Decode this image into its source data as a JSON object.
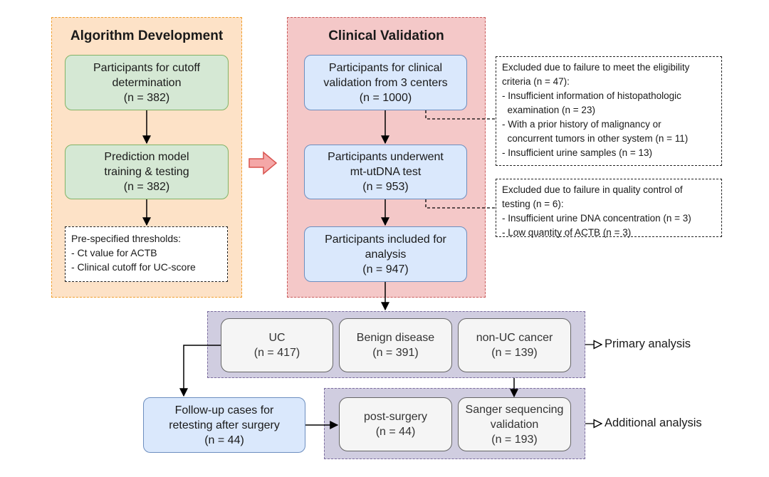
{
  "algorithm": {
    "title": "Algorithm Development",
    "cutoff": {
      "line1": "Participants for cutoff",
      "line2": "determination",
      "n": "(n = 382)"
    },
    "training": {
      "line1": "Prediction model",
      "line2": "training & testing",
      "n": "(n = 382)"
    },
    "thresholds": {
      "title": "Pre-specified thresholds:",
      "items": [
        "- Ct value for ACTB",
        "- Clinical cutoff for UC-score"
      ]
    }
  },
  "clinical": {
    "title": "Clinical Validation",
    "participants": {
      "line1": "Participants for clinical",
      "line2": "validation from 3 centers",
      "n": "(n = 1000)"
    },
    "underwent": {
      "line1": "Participants underwent",
      "line2": "mt-utDNA test",
      "n": "(n = 953)"
    },
    "included": {
      "line1": "Participants included for",
      "line2": "analysis",
      "n": "(n = 947)"
    }
  },
  "exclusion_eligibility": {
    "lines": [
      "Excluded due to failure to meet the eligibility",
      "criteria (n = 47):",
      "- Insufficient information of histopathologic",
      "  examination (n = 23)",
      "- With a prior history of malignancy or",
      "  concurrent tumors in other system (n = 11)",
      "- Insufficient urine samples (n = 13)"
    ]
  },
  "exclusion_quality": {
    "lines": [
      "Excluded due to failure in quality control of",
      "testing (n = 6):",
      "- Insufficient urine DNA concentration (n = 3)",
      "- Low quantity of ACTB (n = 3)"
    ]
  },
  "primary": {
    "label": "Primary analysis",
    "uc": {
      "name": "UC",
      "n": "(n = 417)"
    },
    "benign": {
      "name": "Benign disease",
      "n": "(n = 391)"
    },
    "nonuc": {
      "name": "non-UC cancer",
      "n": "(n = 139)"
    }
  },
  "followup": {
    "line1": "Follow-up cases for",
    "line2": "retesting after surgery",
    "n": "(n = 44)"
  },
  "additional": {
    "label": "Additional analysis",
    "postsurgery": {
      "name": "post-surgery",
      "n": "(n = 44)"
    },
    "sanger": {
      "line1": "Sanger sequencing",
      "line2": "validation",
      "n": "(n = 193)"
    }
  },
  "colors": {
    "algo_panel": "#fde2c7",
    "clin_panel": "#f4c8c8",
    "green_box": "#d5e8d4",
    "blue_box": "#dae8fc",
    "grey_box": "#f5f5f5",
    "group_fill": "#d0cde0",
    "transfer_arrow": "#f4a7a7"
  }
}
